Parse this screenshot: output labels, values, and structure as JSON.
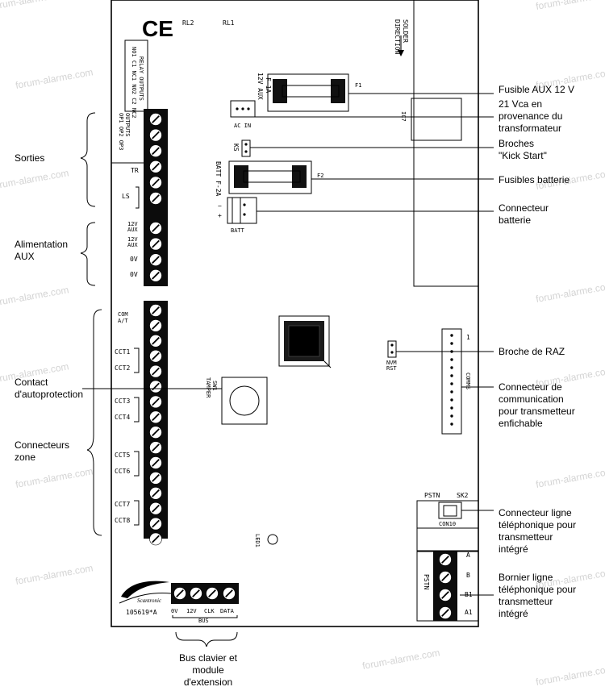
{
  "board": {
    "ce_mark": "CE",
    "rl2": "RL2",
    "rl1": "RL1",
    "solder_direction": [
      "SOLDER",
      "DIRECTION"
    ],
    "relay_outputs": [
      "NO1 C1 NC1 NO2 C2 NC2",
      "RELAY OUTPUTS"
    ],
    "op_outputs": [
      "OP1 OP2 OP3",
      "OUTPUTS"
    ],
    "fuse_aux": [
      "12V AUX",
      "F-1A"
    ],
    "f1": "F1",
    "ac_in": "AC IN",
    "ic7": "IC7",
    "ks": "KS",
    "batt_fuse": "BATT F-2A",
    "f2": "F2",
    "minus": "−",
    "plus": "+",
    "batt": "BATT",
    "terminals_left": {
      "tr": "TR",
      "ls": "LS",
      "aux1": [
        "12V",
        "AUX"
      ],
      "aux2": [
        "12V",
        "AUX"
      ],
      "zero1": "0V",
      "zero2": "0V",
      "com": [
        "COM",
        "A/T"
      ],
      "cct1": "CCT1",
      "cct2": "CCT2",
      "cct3": "CCT3",
      "cct4": "CCT4",
      "cct5": "CCT5",
      "cct6": "CCT6",
      "cct7": "CCT7",
      "cct8": "CCT8"
    },
    "sw1_tamper": [
      "SW1",
      "TAMPER"
    ],
    "nvm_rst": [
      "NVM",
      "RST"
    ],
    "comms": "COMMS",
    "comms_pin1": "1",
    "pstn_top": "PSTN",
    "sk2": "SK2",
    "con10": "CON10",
    "led1": "LED1",
    "pstn_side": "PSTN",
    "pstn_terms": [
      "A",
      "B",
      "B1",
      "A1"
    ],
    "logo": "Scantronic",
    "part_no": "105619*A",
    "bus_terms": [
      "0V",
      "12V",
      "CLK",
      "DATA"
    ],
    "bus": "BUS"
  },
  "callouts_right": {
    "fuse_aux": [
      "Fusible AUX 12 V"
    ],
    "ac_in": [
      "21 Vca en",
      "provenance du",
      "transformateur"
    ],
    "kick_start": [
      "Broches",
      "\"Kick Start\""
    ],
    "fuse_batt": [
      "Fusibles batterie"
    ],
    "batt_conn": [
      "Connecteur",
      "batterie"
    ],
    "raz": [
      "Broche de RAZ"
    ],
    "comms_conn": [
      "Connecteur de",
      "communication",
      "pour transmetteur",
      "enfichable"
    ],
    "line_conn": [
      "Connecteur ligne",
      "téléphonique pour",
      "transmetteur",
      "intégré"
    ],
    "line_term": [
      "Bornier ligne",
      "téléphonique pour",
      "transmetteur",
      "intégré"
    ]
  },
  "callouts_left": {
    "sorties": [
      "Sorties"
    ],
    "aux": [
      "Alimentation",
      "AUX"
    ],
    "tamper": [
      "Contact",
      "d'autoprotection"
    ],
    "zones": [
      "Connecteurs",
      "zone"
    ]
  },
  "callout_bottom": [
    "Bus clavier et",
    "module",
    "d'extension"
  ],
  "watermark": "forum-alarme.com"
}
